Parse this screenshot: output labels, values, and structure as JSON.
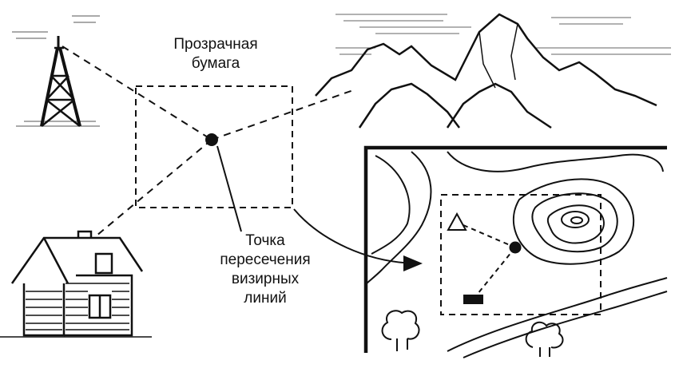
{
  "labels": {
    "transparent_paper": [
      "Прозрачная",
      "бумага"
    ],
    "intersection_point": [
      "Точка",
      "пересечения",
      "визирных",
      "линий"
    ]
  },
  "colors": {
    "ink": "#111111",
    "background": "#ffffff"
  },
  "icons": [
    "tower-icon",
    "house-icon",
    "mountain-icon",
    "tree-icon",
    "triangle-landmark-icon",
    "house-map-symbol-icon"
  ]
}
